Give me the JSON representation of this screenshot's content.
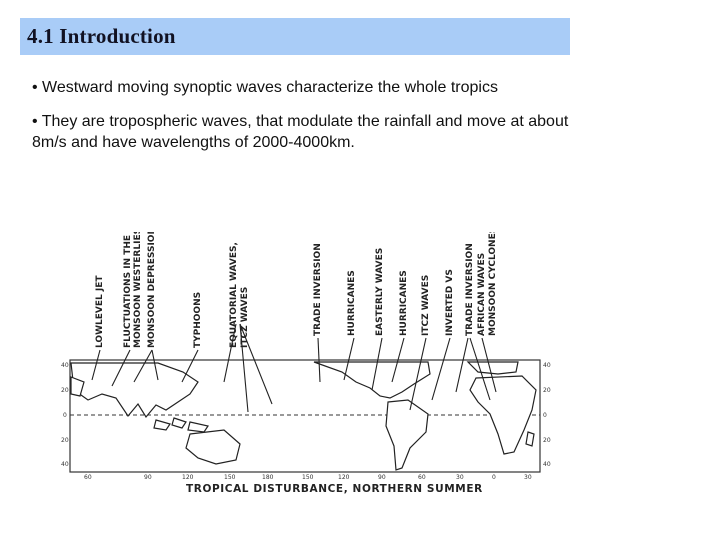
{
  "slide": {
    "title": "4.1 Introduction",
    "bullets": [
      "• Westward moving synoptic waves characterize the whole tropics",
      "• They are tropospheric waves, that modulate the rainfall and move at about 8m/s and have wavelengths of 2000-4000km."
    ]
  },
  "figure": {
    "caption": "TROPICAL  DISTURBANCE,  NORTHERN  SUMMER",
    "labels": [
      "LOWLEVEL JET",
      "FLUCTUATIONS IN THE",
      "MONSOON WESTERLIES",
      "MONSOON DEPRESSION",
      "TYPHOONS",
      "EQUATORIAL WAVES,",
      "ITCZ WAVES",
      "TRADE INVERSION",
      "HURRICANES",
      "EASTERLY WAVES",
      "HURRICANES",
      "ITCZ WAVES",
      "INVERTED VS",
      "TRADE INVERSION",
      "AFRICAN WAVES",
      "MONSOON CYCLONES"
    ],
    "lon_ticks": [
      "60",
      "90",
      "120",
      "150",
      "180",
      "150",
      "120",
      "90",
      "60",
      "30",
      "0",
      "30"
    ],
    "lat_ticks_left": [
      "40",
      "20",
      "0",
      "20",
      "40"
    ],
    "lat_ticks_right": [
      "40",
      "20",
      "0",
      "20",
      "40"
    ]
  }
}
